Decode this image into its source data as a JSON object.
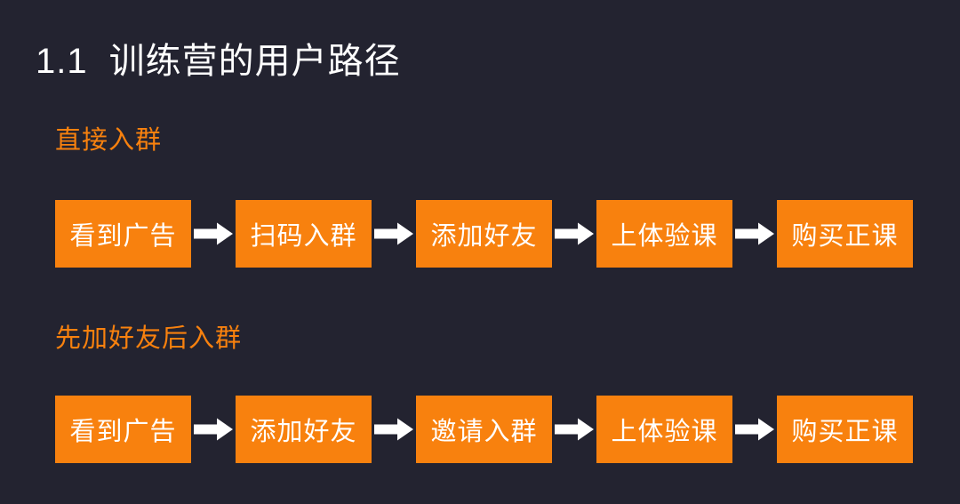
{
  "slide": {
    "title_number": "1.1",
    "title_text": "训练营的用户路径",
    "colors": {
      "background": "#232330",
      "accent_orange": "#f8810e",
      "text_white": "#ffffff",
      "arrow_white": "#ffffff"
    },
    "flows": [
      {
        "label": "直接入群",
        "steps": [
          "看到广告",
          "扫码入群",
          "添加好友",
          "上体验课",
          "购买正课"
        ]
      },
      {
        "label": "先加好友后入群",
        "steps": [
          "看到广告",
          "添加好友",
          "邀请入群",
          "上体验课",
          "购买正课"
        ]
      }
    ]
  }
}
